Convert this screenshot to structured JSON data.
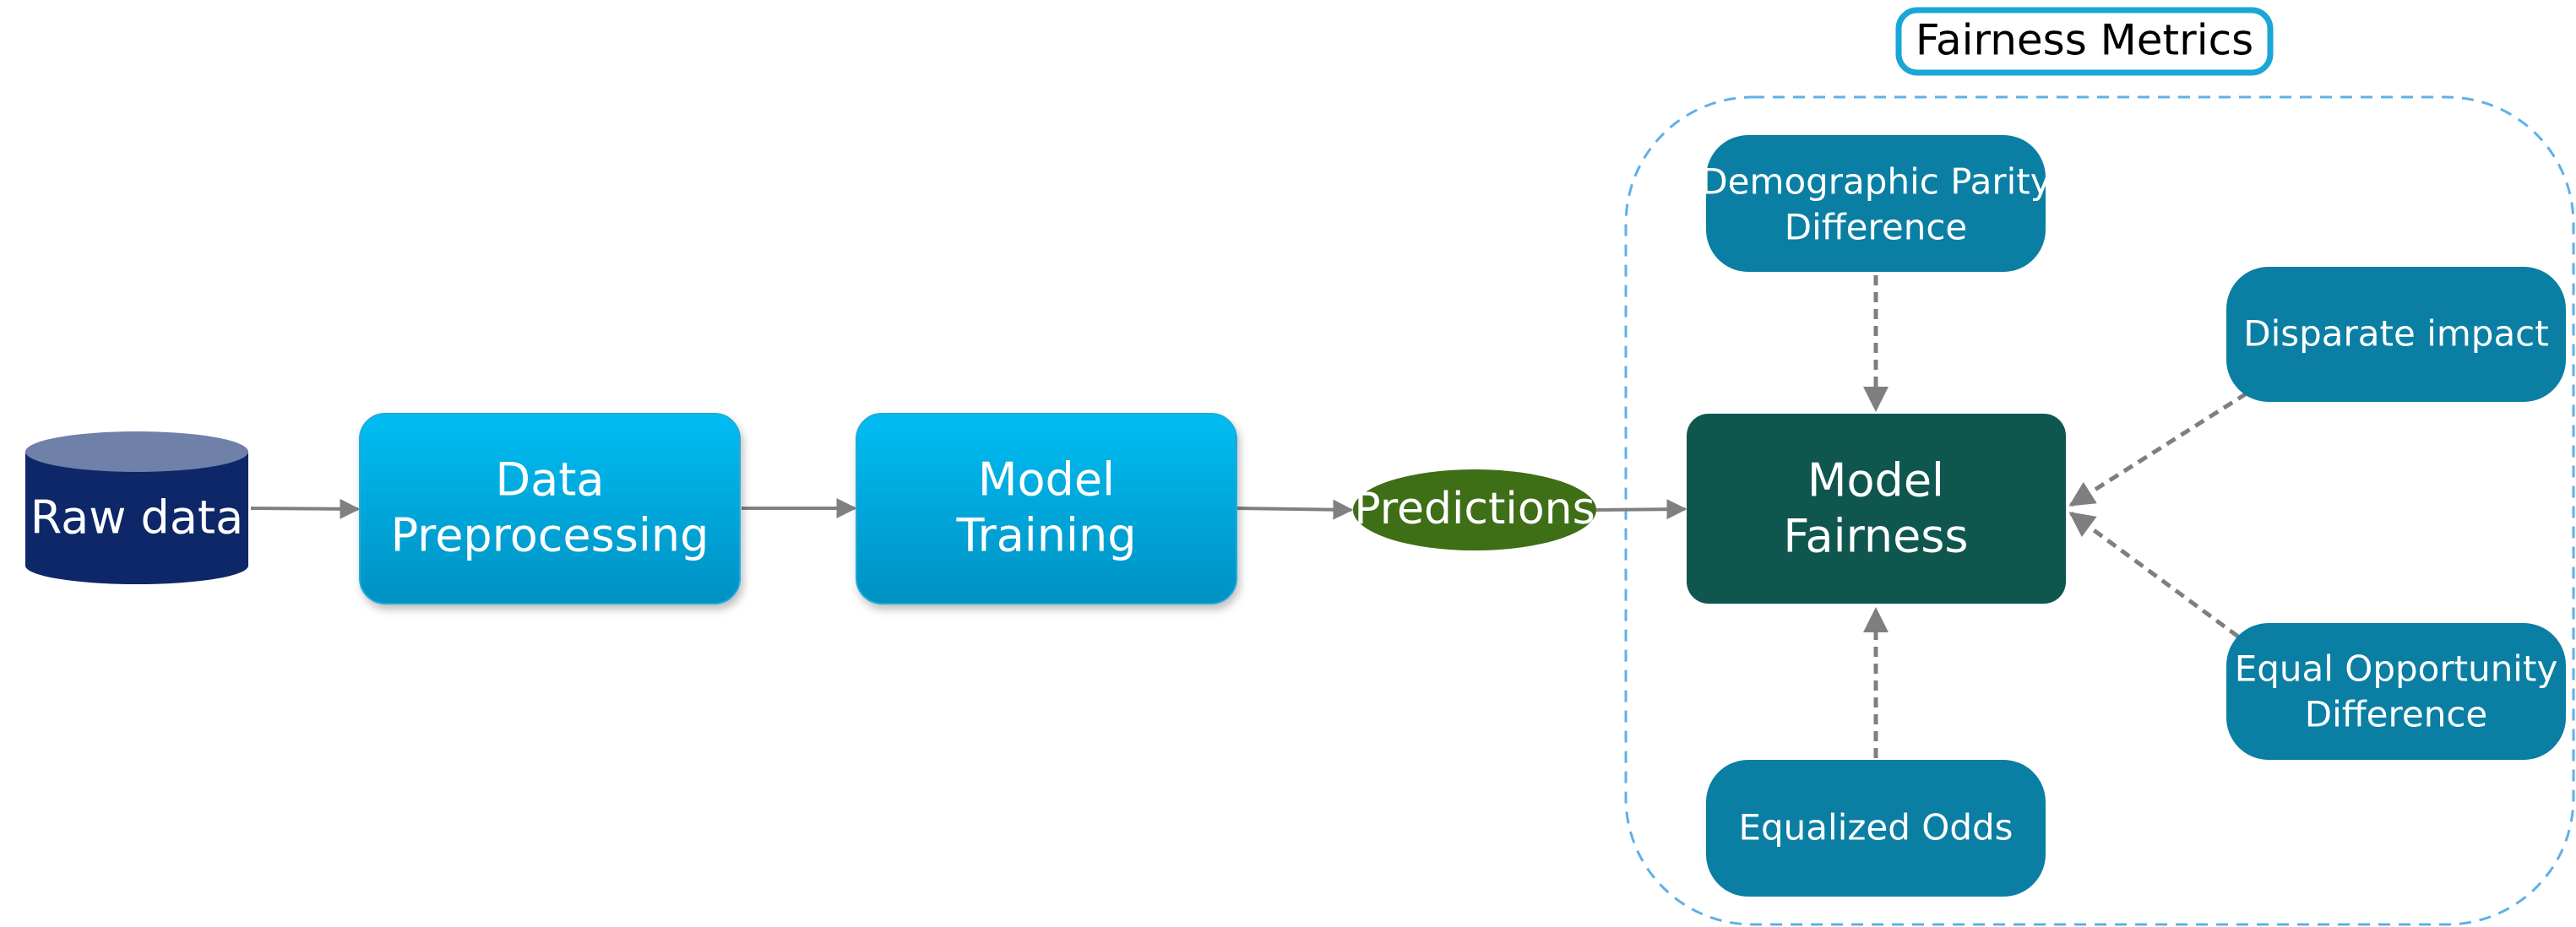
{
  "diagram": {
    "title": "Fairness Metrics",
    "raw_data": {
      "label": "Raw data"
    },
    "preprocessing": {
      "line1": "Data",
      "line2": "Preprocessing"
    },
    "training": {
      "line1": "Model",
      "line2": "Training"
    },
    "predictions": {
      "label": "Predictions"
    },
    "fairness": {
      "line1": "Model",
      "line2": "Fairness"
    },
    "metrics": {
      "dpd": {
        "line1": "Demographic Parity",
        "line2": "Difference"
      },
      "disparate": {
        "label": "Disparate impact"
      },
      "eod": {
        "line1": "Equal Opportunity",
        "line2": "Difference"
      },
      "eqodds": {
        "label": "Equalized Odds"
      }
    }
  },
  "colors": {
    "cylinder_body": "#0d2768",
    "cylinder_top": "#6f80a9",
    "process_box_top": "#00b8f0",
    "process_box_bottom": "#0093c4",
    "predictions": "#3e6e16",
    "fairness_box": "#0f574e",
    "metric_box": "#0a7fa3",
    "title_border": "#1aa6d6",
    "group_border": "#5fb0e8",
    "arrow_solid": "#808080",
    "arrow_dashed": "#7f7f7f"
  }
}
